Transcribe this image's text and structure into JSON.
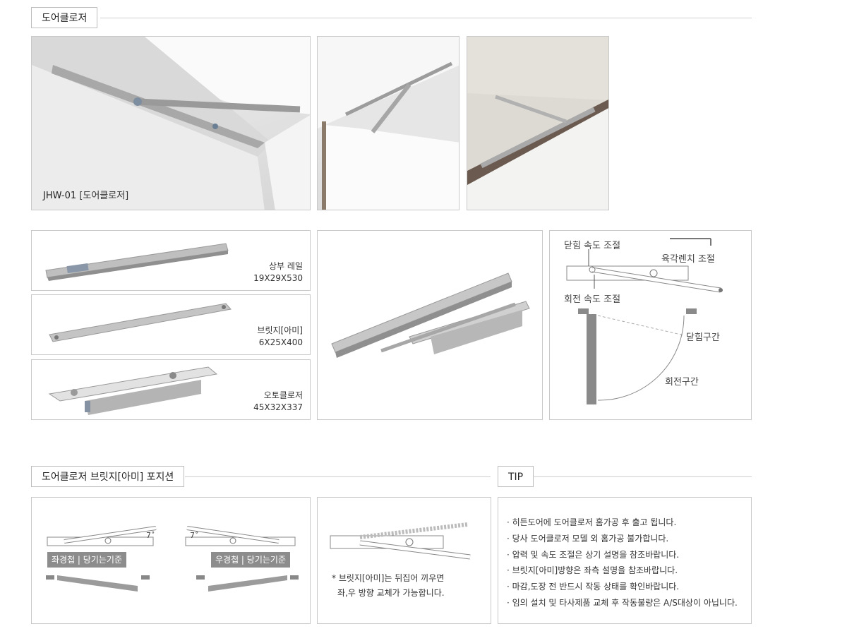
{
  "section1": {
    "title": "도어클로저"
  },
  "photo_main": {
    "model": "JHW-01",
    "name": "[도어클로저]"
  },
  "parts": [
    {
      "name": "상부 레일",
      "size": "19X29X530"
    },
    {
      "name": "브릿지[아미]",
      "size": "6X25X400"
    },
    {
      "name": "오토클로저",
      "size": "45X32X337"
    }
  ],
  "diagram": {
    "close_speed": "닫힘 속도 조절",
    "hex_wrench": "육각렌치 조절",
    "rotate_speed": "회전 속도 조절",
    "close_zone": "닫힘구간",
    "rotate_zone": "회전구간"
  },
  "section2": {
    "title": "도어클로저 브릿지[아미] 포지션"
  },
  "positions": {
    "left_badge": "좌경첩 | 당기는기준",
    "right_badge": "우경첩 | 당기는기준",
    "angle_left": "7˚",
    "angle_right": "7˚"
  },
  "reverse_note": {
    "line1": "* 브릿지[아미]는 뒤집어 끼우면",
    "line2": "좌,우 방향 교체가 가능합니다."
  },
  "tip": {
    "title": "TIP",
    "items": [
      "히든도어에 도어클로저 홈가공 후 출고 됩니다.",
      "당사 도어클로저 모델 외 홈가공 불가합니다.",
      "압력 및 속도 조절은 상기 설명을 참조바랍니다.",
      "브릿지[아미]방향은 좌측 설명을 참조바랍니다.",
      "마감,도장 전 반드시 작동 상태를 확인바랍니다.",
      "임의 설치 및 타사제품 교체 후 작동불량은 A/S대상이 아닙니다."
    ]
  }
}
